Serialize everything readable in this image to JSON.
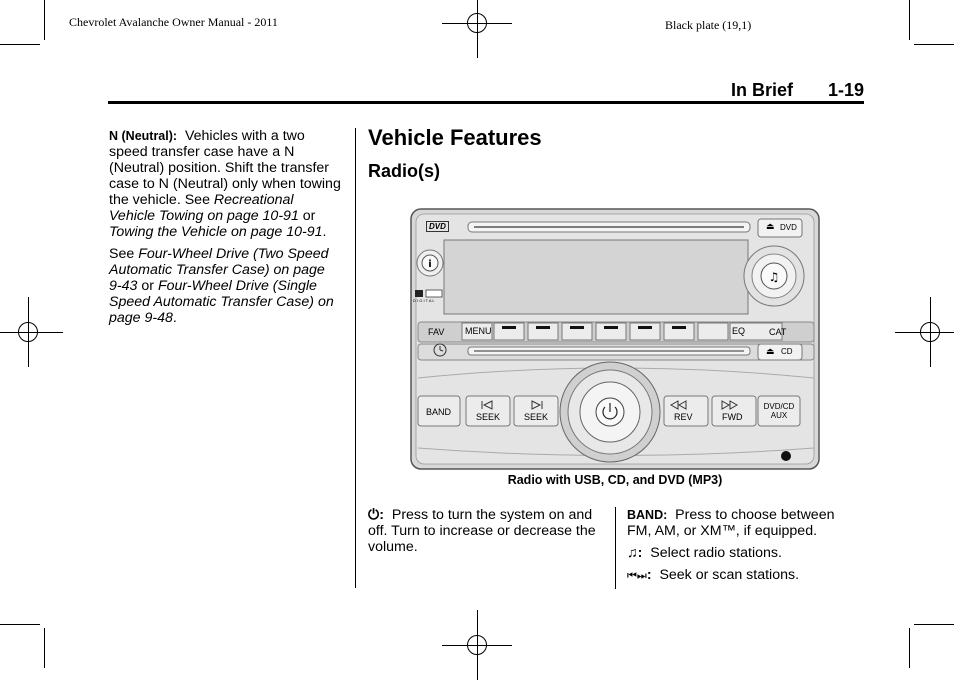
{
  "header": {
    "manual_title": "Chevrolet Avalanche Owner Manual - 2011",
    "plate": "Black plate (19,1)",
    "section": "In Brief",
    "page": "1-19"
  },
  "left_column": {
    "neutral_term": "N (Neutral):",
    "neutral_text_1": "Vehicles with a two speed transfer case have a N (Neutral) position. Shift the transfer case to N (Neutral) only when towing the vehicle. See",
    "ref_1": "Recreational Vehicle Towing on page 10-91",
    "or_1": "or",
    "ref_2": "Towing the Vehicle on page 10-91",
    "period": ".",
    "see": "See",
    "ref_3": "Four-Wheel Drive (Two Speed Automatic Transfer Case) on page 9-43",
    "or_2": "or",
    "ref_4": "Four-Wheel Drive (Single Speed Automatic Transfer Case) on page 9-48",
    "period_2": "."
  },
  "main": {
    "title": "Vehicle Features",
    "subtitle": "Radio(s)",
    "figure_caption": "Radio with USB, CD, and DVD (MP3)"
  },
  "radio": {
    "top_labels": {
      "dvd_logo": "DVD",
      "dvd_eject": "DVD"
    },
    "row_labels": {
      "fav": "FAV",
      "menu": "MENU",
      "eq": "EQ",
      "cat": "CAT",
      "cd": "CD"
    },
    "bottom_labels": {
      "band": "BAND",
      "seek1": "SEEK",
      "seek2": "SEEK",
      "rev": "REV",
      "fwd": "FWD",
      "dvdcd": "DVD/CD",
      "aux": "AUX"
    },
    "digital": "D I G I T A L"
  },
  "descriptions": {
    "power_sym": ":",
    "power_text": "Press to turn the system on and off. Turn to increase or decrease the volume.",
    "band_term": "BAND:",
    "band_text": "Press to choose between FM, AM, or XM™, if equipped.",
    "music_sym": ":",
    "music_text": "Select radio stations.",
    "seek_sym": ":",
    "seek_text": "Seek or scan stations."
  }
}
